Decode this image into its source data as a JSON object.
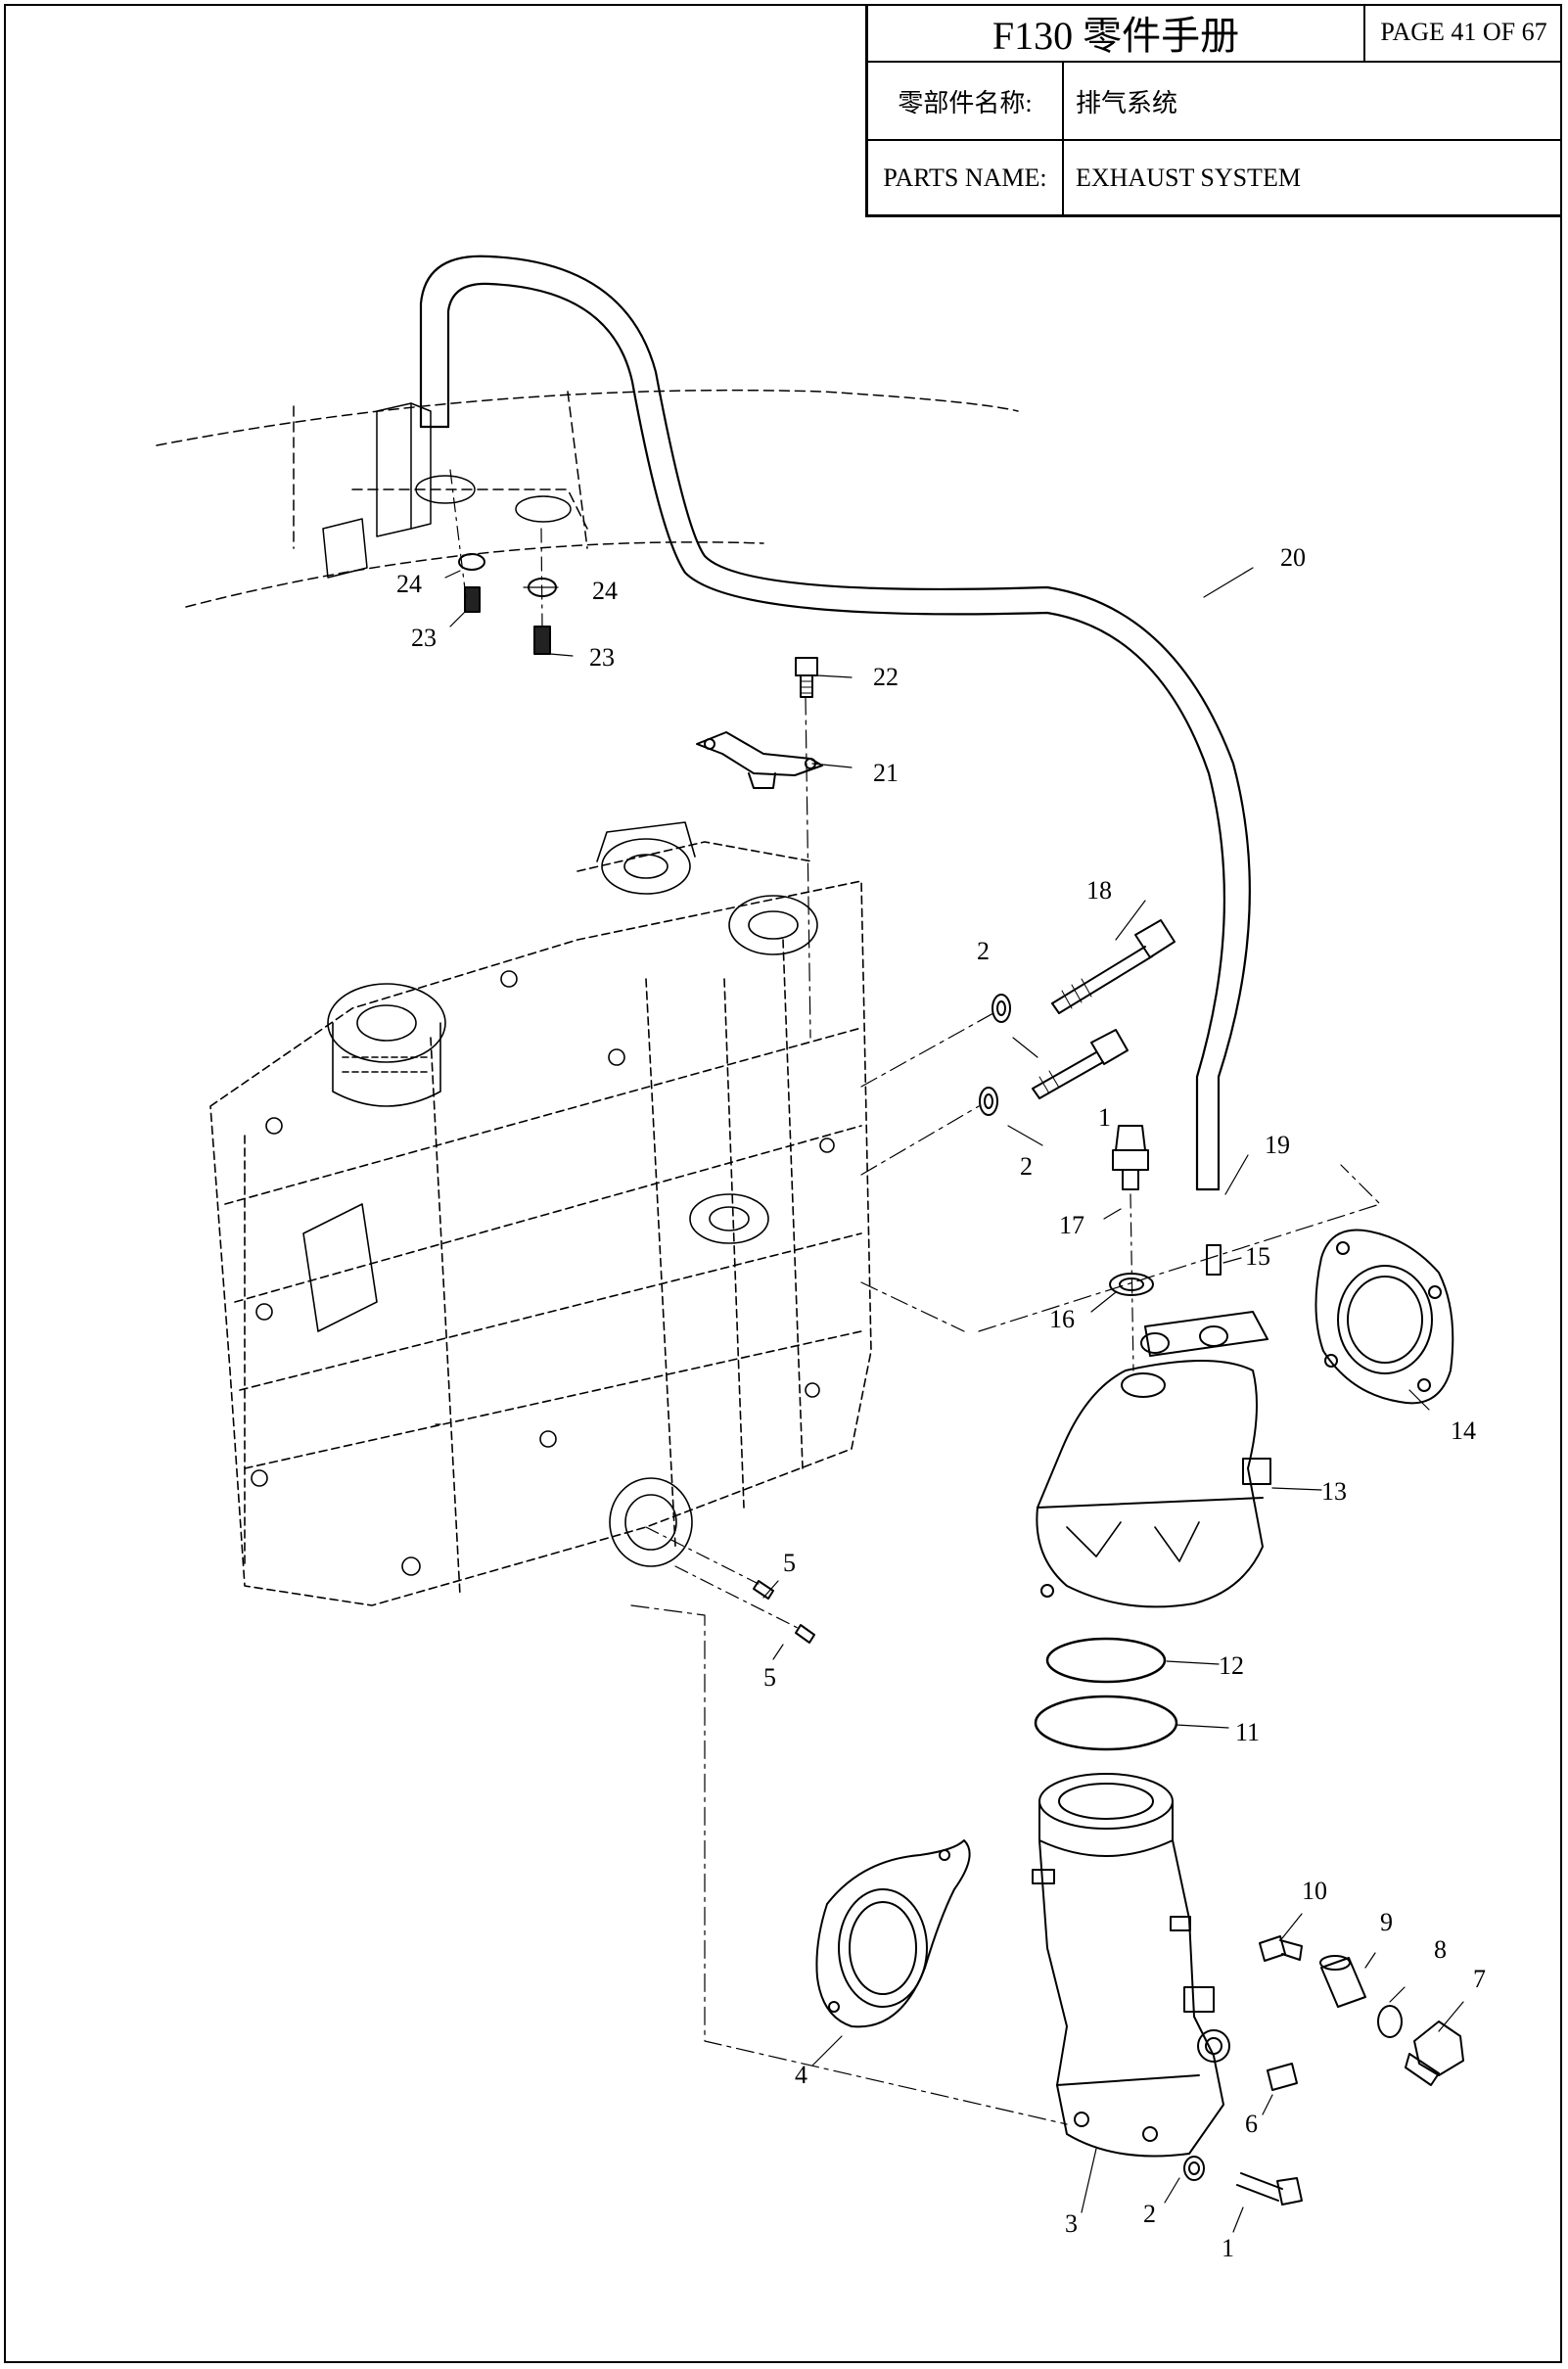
{
  "header": {
    "manual_title": "F130 零件手册",
    "page": "PAGE 41 OF 67",
    "cn_label": "零部件名称:",
    "cn_value": "排气系统",
    "en_label": "PARTS NAME:",
    "en_value": "EXHAUST SYSTEM"
  },
  "callouts": {
    "c1a": "1",
    "c1b": "1",
    "c2a": "2",
    "c2b": "2",
    "c2c": "2",
    "c3": "3",
    "c4": "4",
    "c5a": "5",
    "c5b": "5",
    "c6": "6",
    "c7": "7",
    "c8": "8",
    "c9": "9",
    "c10": "10",
    "c11": "11",
    "c12": "12",
    "c13": "13",
    "c14": "14",
    "c15": "15",
    "c16": "16",
    "c17": "17",
    "c18": "18",
    "c19": "19",
    "c20": "20",
    "c21": "21",
    "c22": "22",
    "c23a": "23",
    "c23b": "23",
    "c24a": "24",
    "c24b": "24"
  }
}
